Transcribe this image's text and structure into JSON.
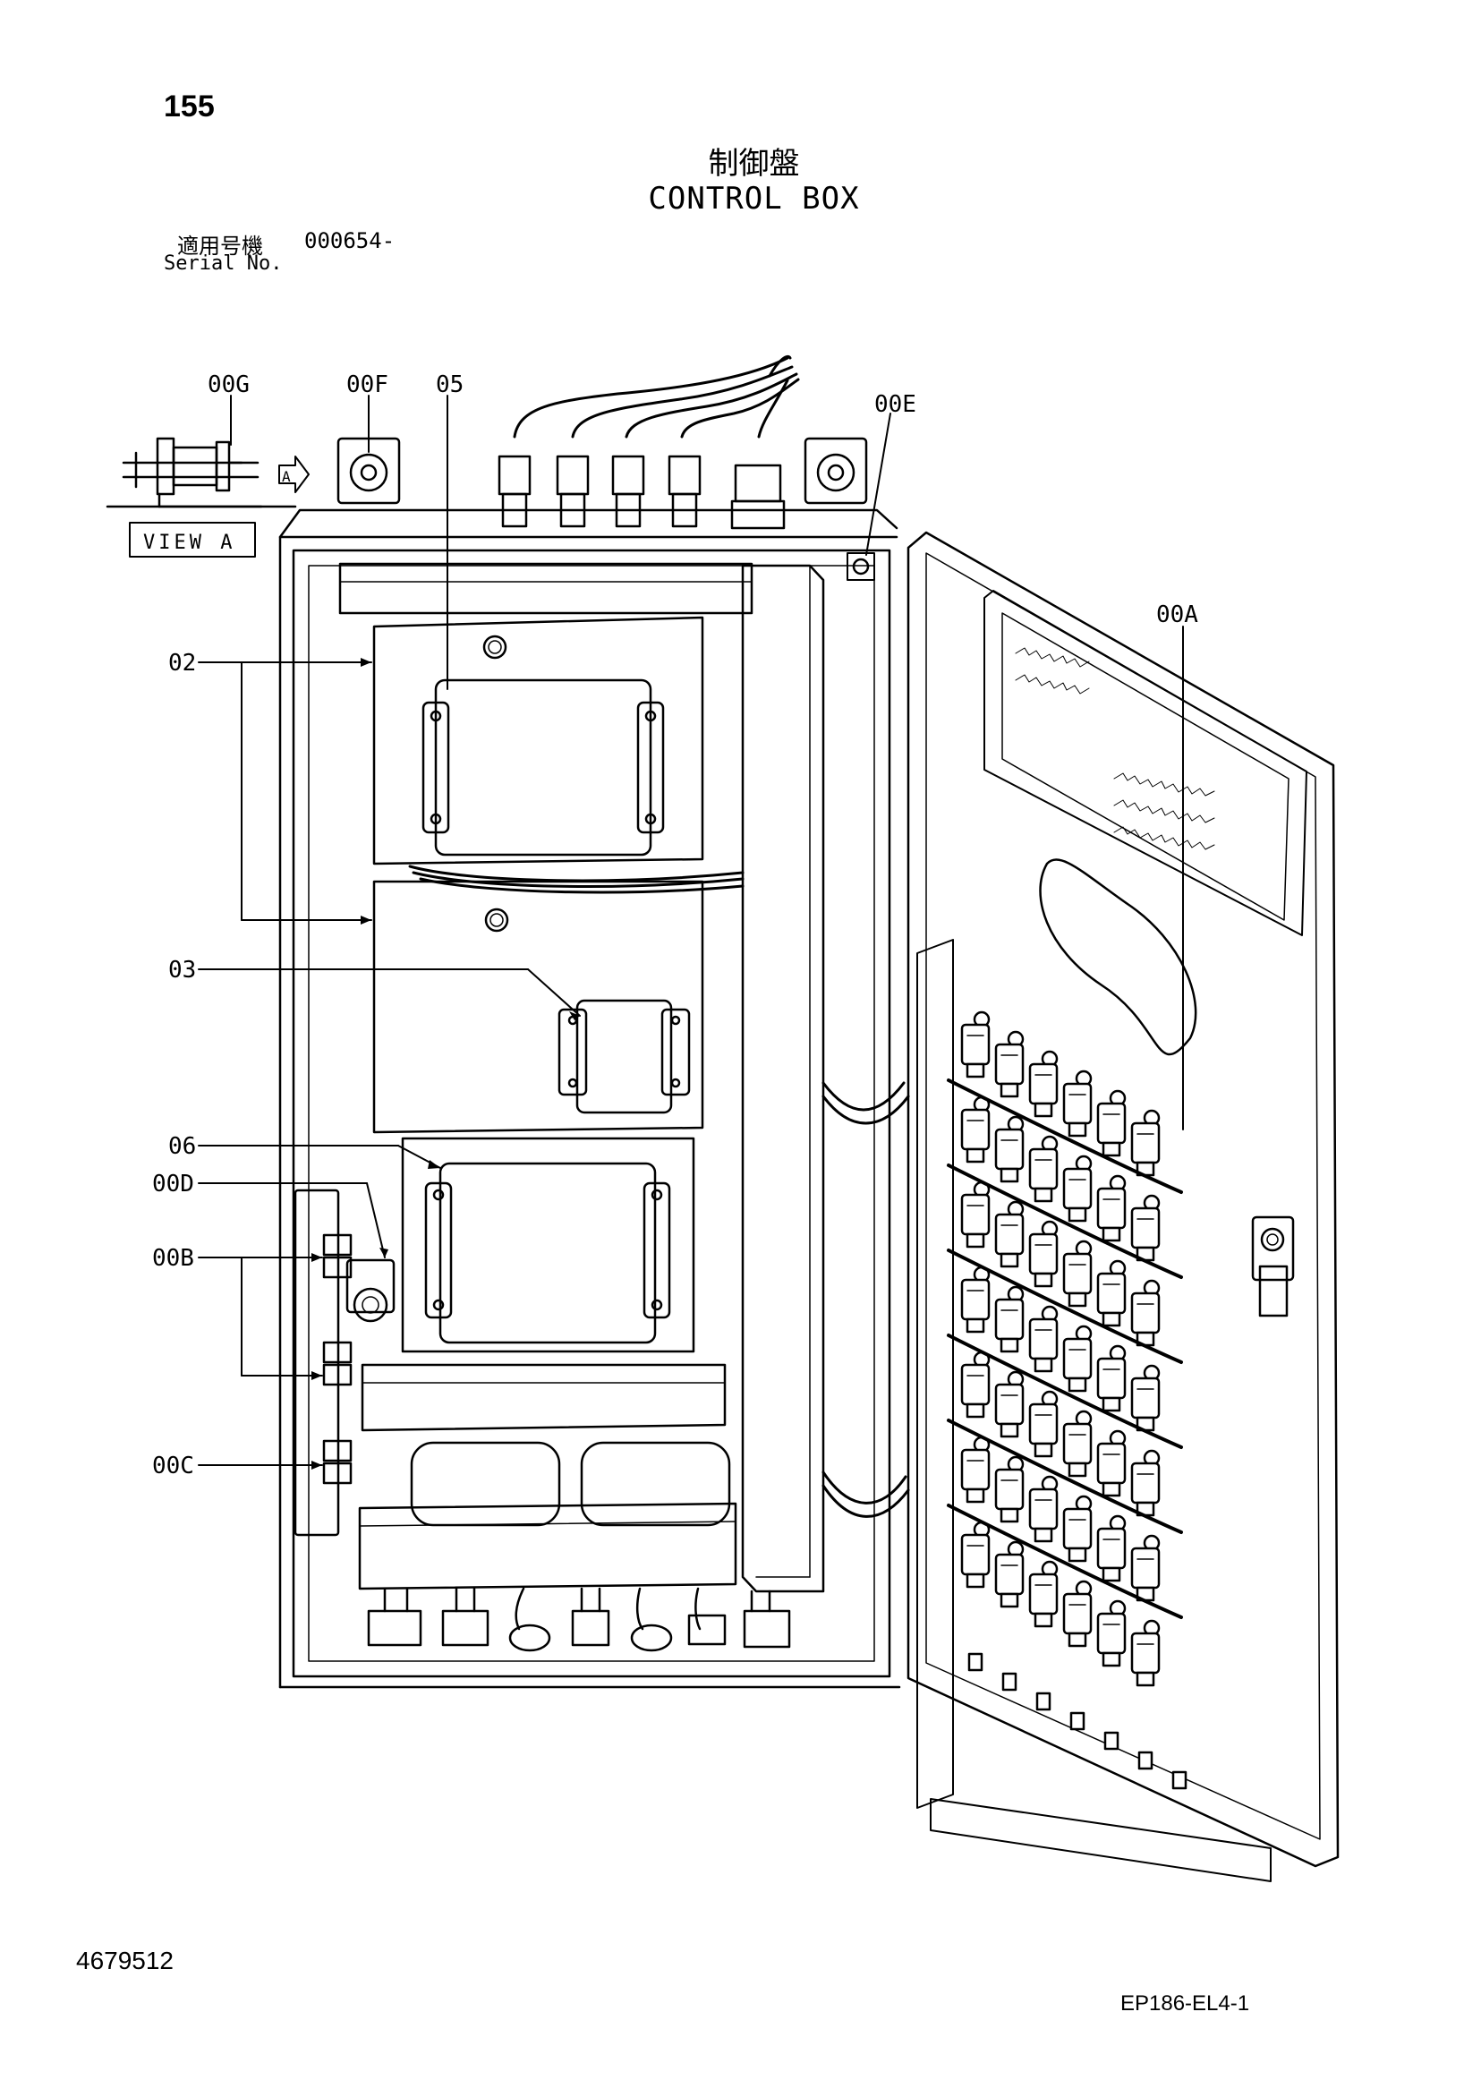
{
  "header": {
    "page_number": "155",
    "title_ja": "制御盤",
    "title_en": "CONTROL BOX",
    "serial_label_ja": "適用号機",
    "serial_value": "000654-",
    "serial_label_en": "Serial No."
  },
  "view_a": {
    "label": "VIEW A",
    "arrow_letter": "A"
  },
  "callouts": {
    "c00G": "00G",
    "c00F": "00F",
    "c05": "05",
    "c00E": "00E",
    "c00A": "00A",
    "c02": "02",
    "c03": "03",
    "c06": "06",
    "c00D": "00D",
    "c00B": "00B",
    "c00C": "00C"
  },
  "footer": {
    "document_number": "4679512",
    "drawing_code": "EP186-EL4-1"
  }
}
